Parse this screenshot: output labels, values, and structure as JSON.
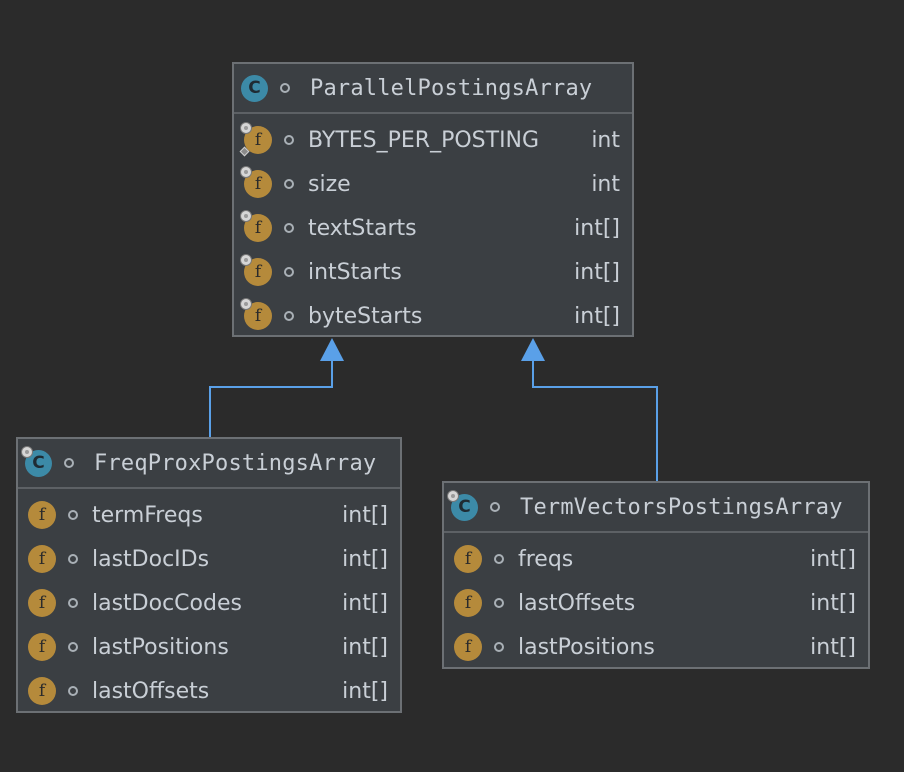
{
  "diagram": {
    "edge_color": "#5aa0e8",
    "classes": [
      {
        "id": "parent",
        "name": "ParallelPostingsArray",
        "icon": "class-icon",
        "fields": [
          {
            "name": "BYTES_PER_POSTING",
            "type": "int",
            "static": true
          },
          {
            "name": "size",
            "type": "int",
            "static": false
          },
          {
            "name": "textStarts",
            "type": "int[]",
            "static": false
          },
          {
            "name": "intStarts",
            "type": "int[]",
            "static": false
          },
          {
            "name": "byteStarts",
            "type": "int[]",
            "static": false
          }
        ]
      },
      {
        "id": "freq",
        "name": "FreqProxPostingsArray",
        "icon": "class-icon",
        "fields": [
          {
            "name": "termFreqs",
            "type": "int[]"
          },
          {
            "name": "lastDocIDs",
            "type": "int[]"
          },
          {
            "name": "lastDocCodes",
            "type": "int[]"
          },
          {
            "name": "lastPositions",
            "type": "int[]"
          },
          {
            "name": "lastOffsets",
            "type": "int[]"
          }
        ]
      },
      {
        "id": "termvec",
        "name": "TermVectorsPostingsArray",
        "icon": "class-icon",
        "fields": [
          {
            "name": "freqs",
            "type": "int[]"
          },
          {
            "name": "lastOffsets",
            "type": "int[]"
          },
          {
            "name": "lastPositions",
            "type": "int[]"
          }
        ]
      }
    ],
    "badges": {
      "class_letter": "C",
      "field_letter": "f"
    },
    "inheritance": [
      {
        "from": "FreqProxPostingsArray",
        "to": "ParallelPostingsArray"
      },
      {
        "from": "TermVectorsPostingsArray",
        "to": "ParallelPostingsArray"
      }
    ]
  }
}
